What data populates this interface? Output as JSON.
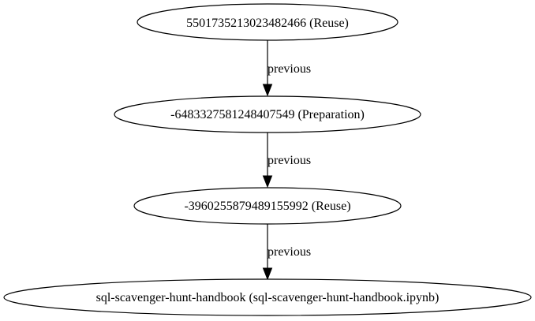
{
  "diagram": {
    "nodes": [
      {
        "id": "n1",
        "label": "5501735213023482466 (Reuse)"
      },
      {
        "id": "n2",
        "label": "-6483327581248407549 (Preparation)"
      },
      {
        "id": "n3",
        "label": "-3960255879489155992 (Reuse)"
      },
      {
        "id": "n4",
        "label": "sql-scavenger-hunt-handbook (sql-scavenger-hunt-handbook.ipynb)"
      }
    ],
    "edges": [
      {
        "from": "n1",
        "to": "n2",
        "label": "previous"
      },
      {
        "from": "n2",
        "to": "n3",
        "label": "previous"
      },
      {
        "from": "n3",
        "to": "n4",
        "label": "previous"
      }
    ]
  }
}
